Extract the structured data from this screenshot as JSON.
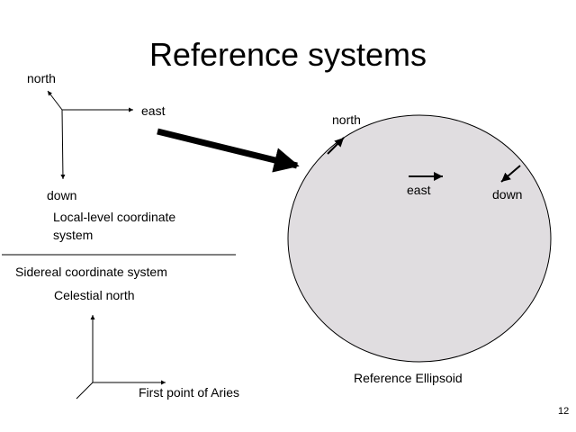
{
  "slide": {
    "title": "Reference systems",
    "page_number": "12"
  },
  "local_level": {
    "north_label": "north",
    "east_label": "east",
    "down_label": "down",
    "caption_line1": "Local-level coordinate",
    "caption_line2": "system"
  },
  "sidereal": {
    "heading": "Sidereal coordinate system",
    "celestial_north_label": "Celestial north",
    "aries_label": "First point of Aries"
  },
  "ellipsoid": {
    "north_label": "north",
    "east_label": "east",
    "down_label": "down",
    "caption": "Reference Ellipsoid",
    "fill_color": "#e0dde0"
  }
}
